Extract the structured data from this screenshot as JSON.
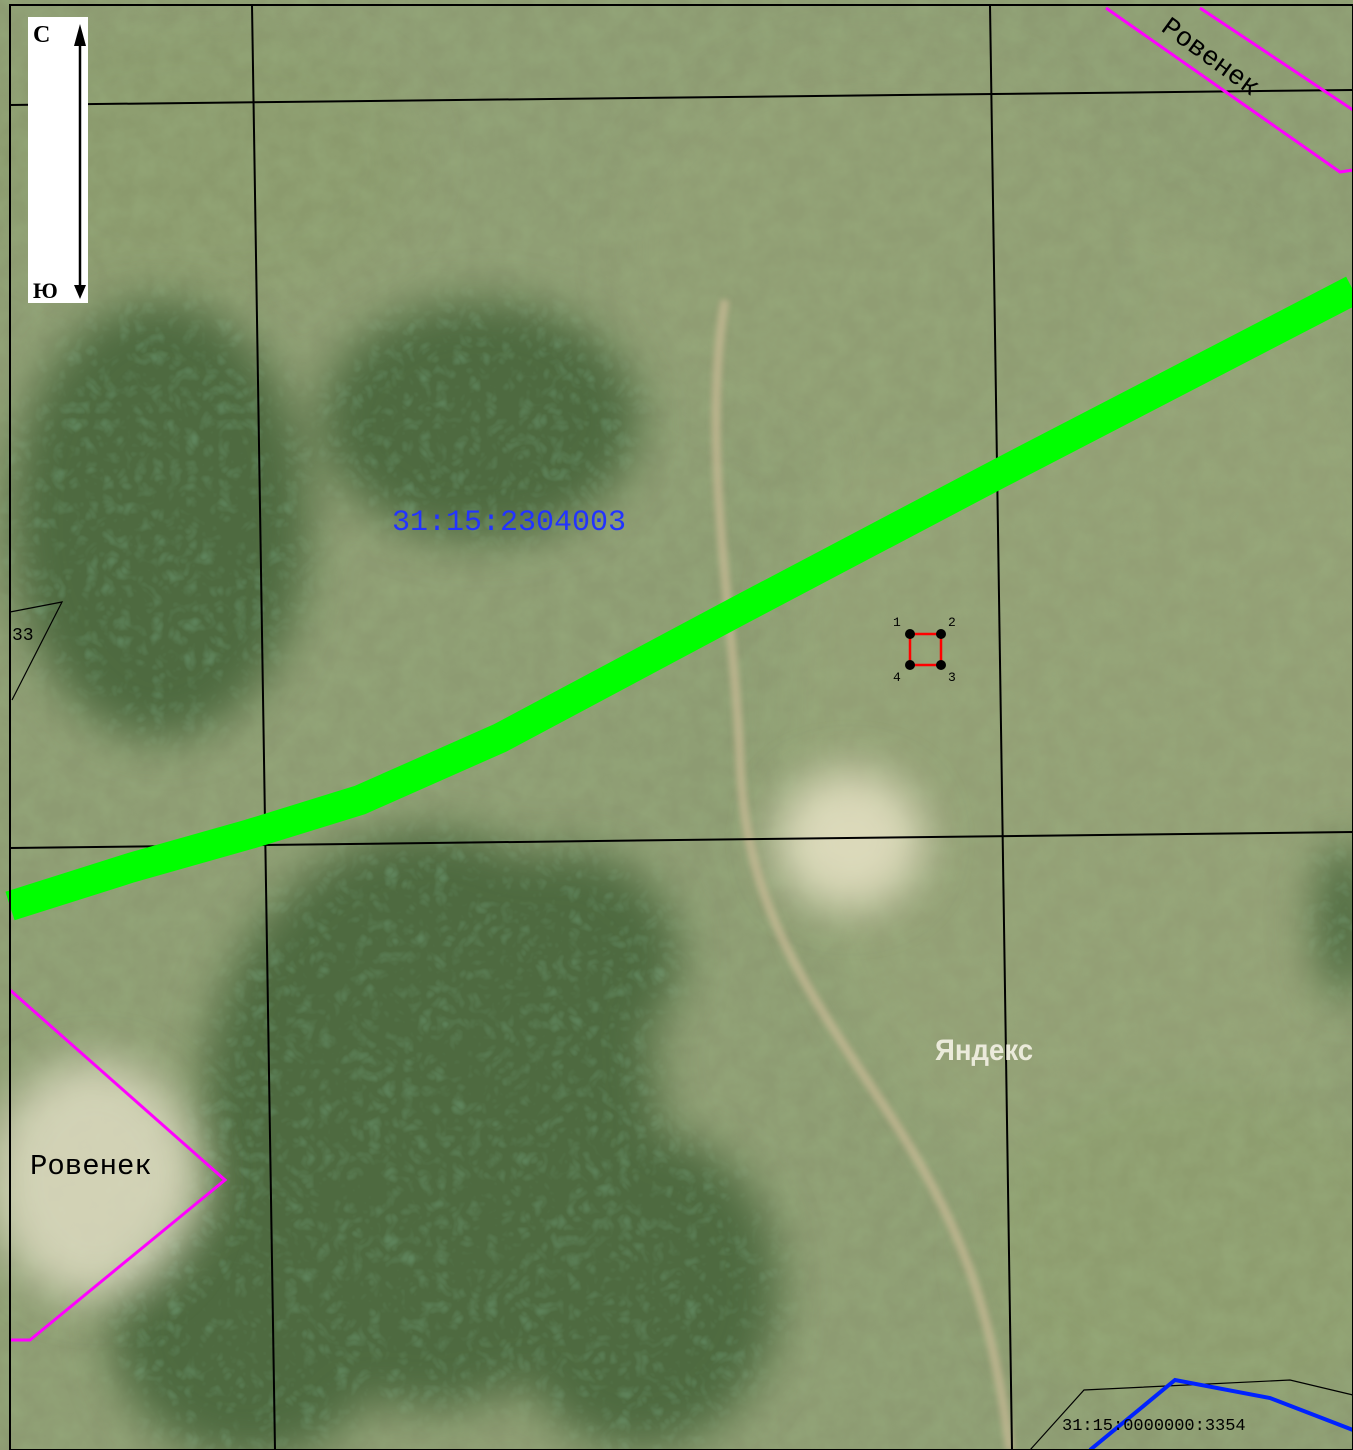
{
  "map": {
    "quarter_label": "31:15:2304003",
    "parcel_label_bottom": "31:15:0000000:3354",
    "parcel_label_left_fragment": "33",
    "locality_label_left": "Ровенек",
    "locality_label_top_right": "Ровенек",
    "watermark": "Яндекс",
    "compass": {
      "north": "С",
      "south": "Ю"
    },
    "point_labels": [
      "1",
      "2",
      "3",
      "4"
    ],
    "colors": {
      "grid_lines": "#000000",
      "road_zone": "#00ff00",
      "locality_boundary": "#ff00ff",
      "parcel_outline": "#ff0000",
      "parcel_vertices": "#000000",
      "quarter_label": "#2233ff",
      "bottom_boundary": "#0022ff",
      "imagery_base": "#8a9a6e"
    }
  }
}
